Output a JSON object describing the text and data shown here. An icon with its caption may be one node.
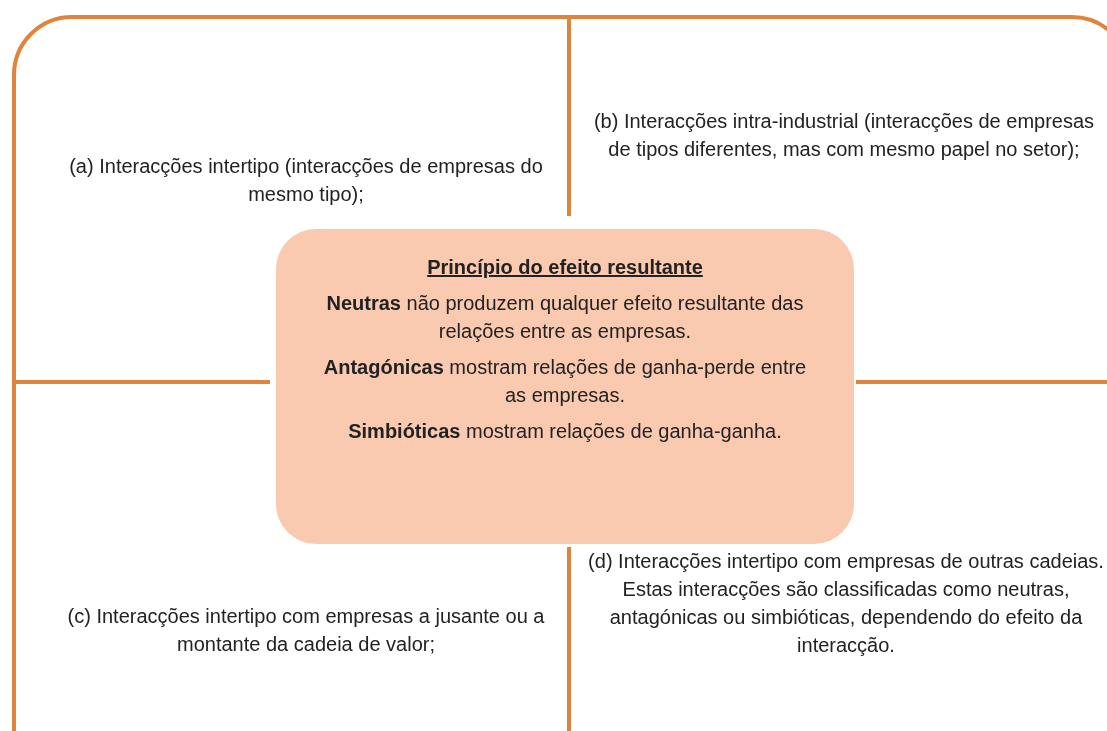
{
  "diagram": {
    "nodes": [
      {
        "text": [],
        "shape": "box"
      },
      {
        "text": [
          "(a) Interacções intertipo (interacções de empresas do mesmo tipo);"
        ],
        "in": 0
      },
      {
        "text": [
          "(b) Interacções intra-industrial (interacções de empresas de tipos diferentes, mas com mesmo papel no setor);"
        ],
        "in": 0
      },
      {
        "text": [
          "Princípio do efeito resultante",
          "**Neutras** não produzem qualquer efeito resultante das relações entre as empresas.",
          "**Antagónicas** mostram relações de ganha-perde entre as empresas.",
          "**Simbióticas** mostram relações de ganha-ganha."
        ],
        "in": 0
      },
      {
        "text": [
          "(c) Interacções intertipo com empresas a jusante ou a montante da cadeia de valor;"
        ],
        "in": 0
      },
      {
        "text": [
          "(d) Interacções intertipo com empresas de outras cadeias. Estas interacções são classificadas como neutras, antagónicas ou simbióticas, dependendo do efeito da interacção."
        ],
        "in": 0
      }
    ],
    "edges": []
  }
}
